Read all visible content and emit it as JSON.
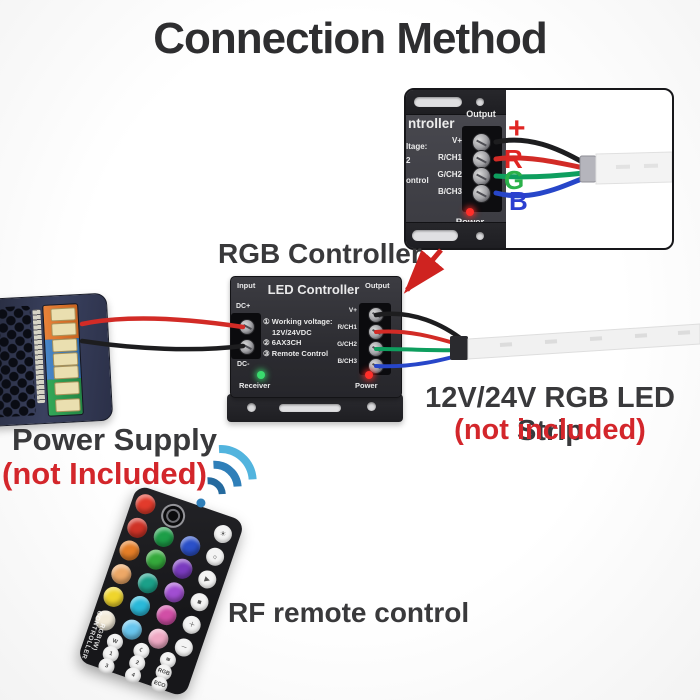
{
  "title": "Connection Method",
  "labels": {
    "rgb_controller": "RGB Controller",
    "power_supply": "Power Supply",
    "power_supply_note": "(not Included)",
    "led_strip": "12V/24V RGB LED Strip",
    "led_strip_note": "(not included)",
    "rf_remote": "RF remote control"
  },
  "controller": {
    "input": "Input",
    "name": "LED Controller",
    "output": "Output",
    "dc_plus": "DC+",
    "dc_minus": "DC-",
    "terminals": [
      "V+",
      "R/CH1",
      "G/CH2",
      "B/CH3"
    ],
    "specs": [
      "① Working voltage:",
      "12V/24VDC",
      "② 6AX3CH",
      "③ Remote Control"
    ],
    "receiver": "Receiver",
    "power": "Power"
  },
  "inset": {
    "partial_name": "ntroller",
    "output": "Output",
    "terminals": [
      "V+",
      "R/CH1",
      "G/CH2",
      "B/CH3"
    ],
    "partial_specs": [
      "ltage:",
      "2",
      "ontrol"
    ],
    "power": "Power",
    "wire_tags": [
      {
        "text": "+",
        "color": "#e02523"
      },
      {
        "text": "R",
        "color": "#e02523"
      },
      {
        "text": "G",
        "color": "#2bb14a"
      },
      {
        "text": "B",
        "color": "#2b3fd0"
      }
    ]
  },
  "remote": {
    "side_text": "RGB(W) CONTROLLER",
    "color_rows": [
      [
        "#e23b2c",
        "POWER",
        ""
      ],
      [
        "#cf3327",
        "#1d9e48",
        "#2b50c8"
      ],
      [
        "#e57e27",
        "#35aa3c",
        "#7a3bbf"
      ],
      [
        "#eda867",
        "#1ba089",
        "#a14ed2"
      ],
      [
        "#efd52c",
        "#2ab9d9",
        "#d14fa6"
      ],
      [
        "#f2ead8",
        "#69c6ee",
        "#efa9c4"
      ]
    ],
    "fn_glyphs": [
      "☀",
      "☼",
      "▶",
      "■",
      "＋",
      "－"
    ],
    "bottom_rows": [
      [
        "W",
        "☾",
        "≋"
      ],
      [
        "1",
        "2",
        "RGB"
      ],
      [
        "3",
        "4",
        "ECO"
      ]
    ]
  },
  "colors": {
    "accent_red": "#d3262b",
    "label_dark": "#39393b",
    "wire_red": "#d22b26",
    "wire_black": "#1d1d1f",
    "wire_green": "#0e9e5e",
    "wire_blue": "#2746c9",
    "rf_blue_light": "#52b4de",
    "rf_blue_dark": "#2f7fb9"
  }
}
